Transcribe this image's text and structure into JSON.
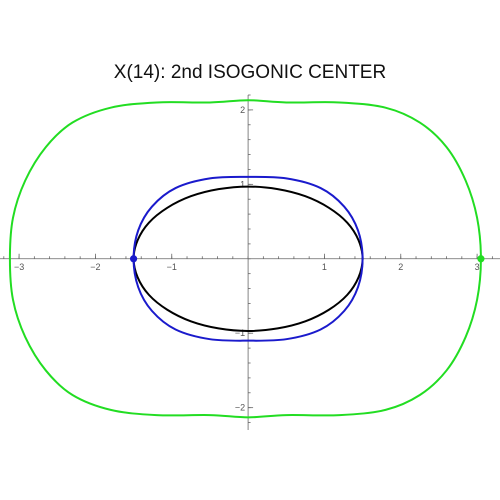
{
  "chart_data": {
    "type": "line",
    "title": "X(14): 2nd ISOGONIC CENTER",
    "xlabel": "",
    "ylabel": "",
    "xlim": [
      -3.25,
      3.3
    ],
    "ylim": [
      -2.3,
      2.2
    ],
    "grid": false,
    "x_ticks": [
      -3,
      -2,
      -1,
      1,
      2,
      3
    ],
    "y_ticks": [
      -2,
      -1,
      1,
      2
    ],
    "x_tick_labels": [
      "−3",
      "−2",
      "−1",
      "1",
      "2",
      "3"
    ],
    "y_tick_labels": [
      "−2",
      "−1",
      "1",
      "2"
    ],
    "series": [
      {
        "color": "#000000",
        "points": [
          [
            1.5,
            0.0
          ],
          [
            1.299,
            0.485
          ],
          [
            0.75,
            0.84
          ],
          [
            0.0,
            0.97
          ],
          [
            -0.75,
            0.84
          ],
          [
            -1.299,
            0.485
          ],
          [
            -1.5,
            0.0
          ],
          [
            -1.299,
            -0.485
          ],
          [
            -0.75,
            -0.84
          ],
          [
            0.0,
            -0.97
          ],
          [
            0.75,
            -0.84
          ],
          [
            1.299,
            -0.485
          ],
          [
            1.5,
            0.0
          ]
        ]
      },
      {
        "color": "#1a1acc",
        "points": [
          [
            1.5,
            0.0
          ],
          [
            1.44,
            0.38
          ],
          [
            1.26,
            0.7
          ],
          [
            0.95,
            0.95
          ],
          [
            0.5,
            1.08
          ],
          [
            0.0,
            1.1
          ],
          [
            -0.5,
            1.08
          ],
          [
            -0.95,
            0.95
          ],
          [
            -1.26,
            0.7
          ],
          [
            -1.44,
            0.38
          ],
          [
            -1.5,
            0.0
          ],
          [
            -1.44,
            -0.38
          ],
          [
            -1.26,
            -0.7
          ],
          [
            -0.95,
            -0.95
          ],
          [
            -0.5,
            -1.08
          ],
          [
            0.0,
            -1.1
          ],
          [
            0.5,
            -1.08
          ],
          [
            0.95,
            -0.95
          ],
          [
            1.26,
            -0.7
          ],
          [
            1.44,
            -0.38
          ],
          [
            1.5,
            0.0
          ]
        ]
      },
      {
        "color": "#22dd22",
        "points": [
          [
            3.05,
            0.0
          ],
          [
            3.0,
            0.55
          ],
          [
            2.85,
            1.05
          ],
          [
            2.6,
            1.5
          ],
          [
            2.25,
            1.83
          ],
          [
            1.8,
            2.03
          ],
          [
            1.2,
            2.1
          ],
          [
            0.5,
            2.1
          ],
          [
            0.0,
            2.13
          ],
          [
            -0.5,
            2.1
          ],
          [
            -1.2,
            2.1
          ],
          [
            -1.8,
            2.03
          ],
          [
            -2.3,
            1.83
          ],
          [
            -2.65,
            1.5
          ],
          [
            -2.92,
            1.05
          ],
          [
            -3.08,
            0.55
          ],
          [
            -3.12,
            0.0
          ],
          [
            -3.08,
            -0.55
          ],
          [
            -2.92,
            -1.05
          ],
          [
            -2.65,
            -1.5
          ],
          [
            -2.3,
            -1.83
          ],
          [
            -1.8,
            -2.03
          ],
          [
            -1.2,
            -2.1
          ],
          [
            -0.5,
            -2.1
          ],
          [
            0.0,
            -2.13
          ],
          [
            0.5,
            -2.1
          ],
          [
            1.2,
            -2.1
          ],
          [
            1.8,
            -2.03
          ],
          [
            2.25,
            -1.83
          ],
          [
            2.6,
            -1.5
          ],
          [
            2.85,
            -1.05
          ],
          [
            3.0,
            -0.55
          ],
          [
            3.05,
            0.0
          ]
        ]
      }
    ],
    "markers": [
      {
        "x": -1.5,
        "y": 0.0,
        "color": "#1a1acc"
      },
      {
        "x": 3.05,
        "y": 0.0,
        "color": "#22dd22"
      }
    ]
  }
}
